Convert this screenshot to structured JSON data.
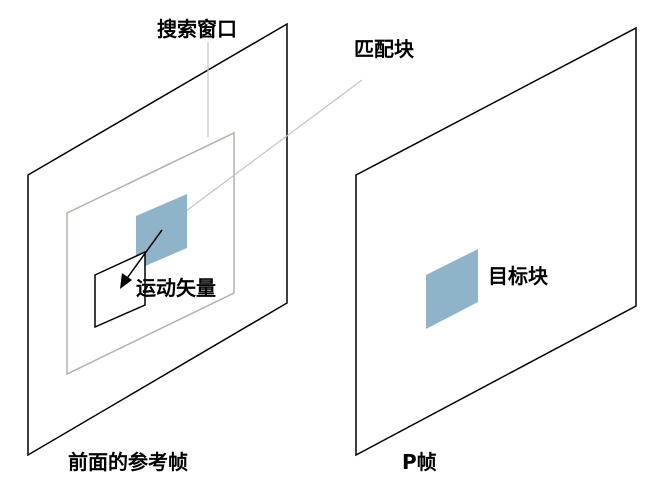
{
  "labels": {
    "search_window": "搜索窗口",
    "match_block": "匹配块",
    "motion_vector": "运动矢量",
    "target_block": "目标块",
    "reference_frame": "前面的参考帧",
    "p_frame": "P帧"
  },
  "colors": {
    "block_fill": "#8fb4c9",
    "frame_stroke": "#000000",
    "window_stroke": "#b5b0a8",
    "leader_stroke": "#c8c4bc"
  }
}
